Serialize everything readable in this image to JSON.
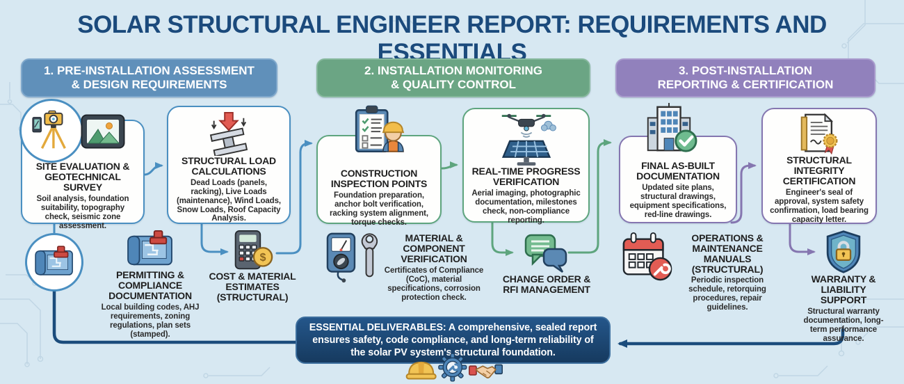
{
  "title": "SOLAR STRUCTURAL ENGINEER REPORT: REQUIREMENTS AND ESSENTIALS",
  "sections": [
    {
      "line1": "1. PRE-INSTALLATION ASSESSMENT",
      "line2": "& DESIGN REQUIREMENTS",
      "color": "#6090ba"
    },
    {
      "line1": "2. INSTALLATION MONITORING",
      "line2": "& QUALITY CONTROL",
      "color": "#6ba584"
    },
    {
      "line1": "3. POST-INSTALLATION",
      "line2": "REPORTING & CERTIFICATION",
      "color": "#9181bc"
    }
  ],
  "cards": {
    "site_evaluation": {
      "title": "SITE EVALUATION & GEOTECHNICAL SURVEY",
      "desc": "Soil analysis, foundation suitability, topography check, seismic zone assessment."
    },
    "structural_load": {
      "title": "STRUCTURAL LOAD CALCULATIONS",
      "desc": "Dead Loads (panels, racking), Live Loads (maintenance), Wind Loads, Snow Loads, Roof Capacity Analysis."
    },
    "permitting": {
      "title": "PERMITTING & COMPLIANCE DOCUMENTATION",
      "desc": "Local building codes, AHJ requirements, zoning regulations, plan sets (stamped)."
    },
    "cost_estimates": {
      "title": "COST & MATERIAL ESTIMATES (STRUCTURAL)"
    },
    "construction_inspection": {
      "title": "CONSTRUCTION INSPECTION POINTS",
      "desc": "Foundation preparation, anchor bolt verification, racking system alignment, torque checks."
    },
    "realtime_progress": {
      "title": "REAL-TIME PROGRESS VERIFICATION",
      "desc": "Aerial imaging, photographic documentation, milestones check, non-compliance reporting."
    },
    "material_verification": {
      "title": "MATERIAL & COMPONENT VERIFICATION",
      "desc": "Certificates of Compliance (CoC), material specifications, corrosion protection check."
    },
    "change_order": {
      "title": "CHANGE ORDER & RFI MANAGEMENT"
    },
    "final_asbuilt": {
      "title": "FINAL AS-BUILT DOCUMENTATION",
      "desc": "Updated site plans, structural drawings, equipment specifications, red-line drawings."
    },
    "structural_integrity": {
      "title": "STRUCTURAL INTEGRITY CERTIFICATION",
      "desc": "Engineer's seal of approval, system safety confirmation, load bearing capacity letter."
    },
    "operations_maintenance": {
      "title": "OPERATIONS & MAINTENANCE MANUALS (STRUCTURAL)",
      "desc": "Periodic inspection schedule, retorquing procedures, repair guidelines."
    },
    "warranty": {
      "title": "WARRANTY & LIABILITY SUPPORT",
      "desc": "Structural warranty documentation, long-term performance assurance."
    }
  },
  "banner": {
    "text": "ESSENTIAL DELIVERABLES: A comprehensive, sealed report ensures safety, code compliance, and long-term reliability of the solar PV system's structural foundation."
  },
  "colors": {
    "background": "#d7e8f2",
    "title": "#1b4a7c",
    "section1": "#6090ba",
    "section2": "#6ba584",
    "section3": "#9181bc",
    "connector_blue": "#4a8fc1",
    "connector_green": "#5ea57e",
    "connector_purple": "#8576b0",
    "connector_navy": "#1b4c7c",
    "banner_bg": "#1d4e7e"
  }
}
